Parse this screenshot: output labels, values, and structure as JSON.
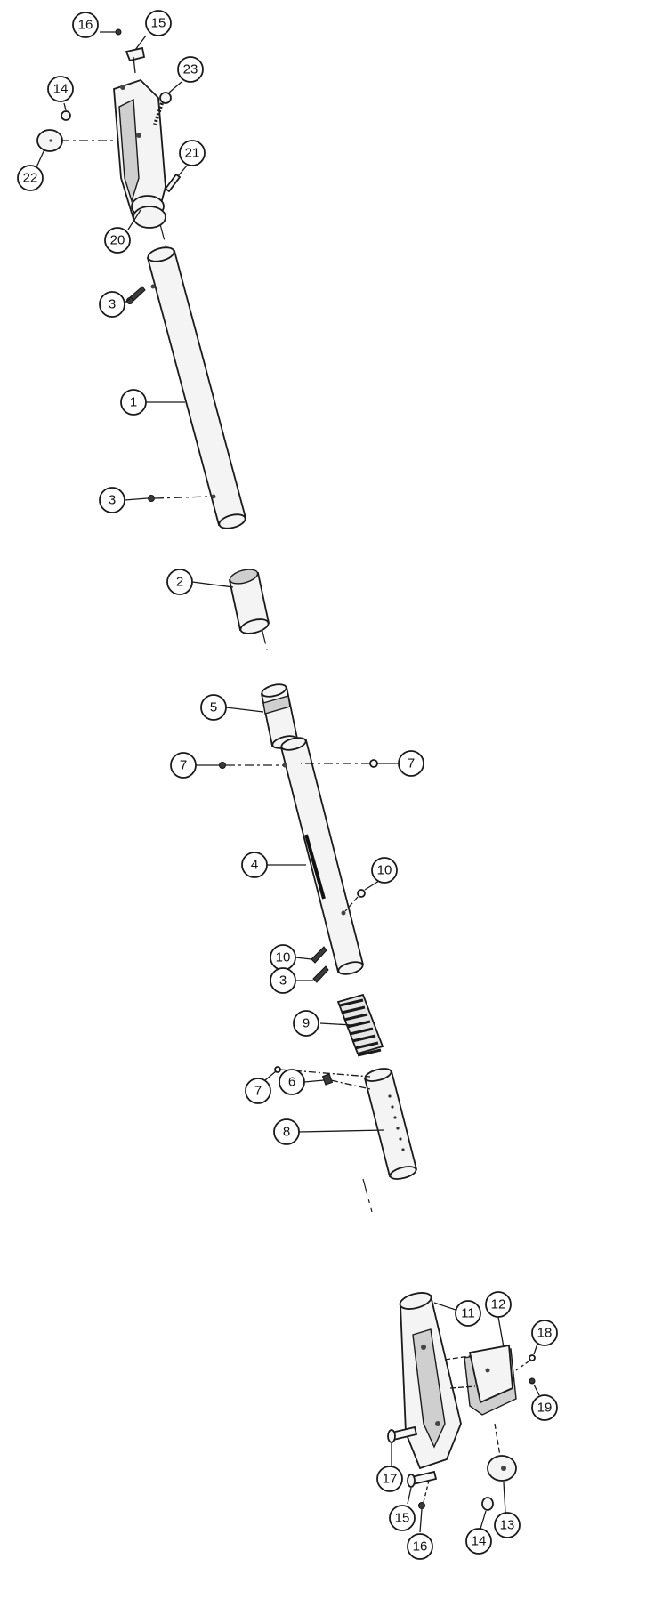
{
  "labels": [
    {
      "id": "22",
      "text": "22"
    },
    {
      "id": "14a",
      "text": "14"
    },
    {
      "id": "16a",
      "text": "16"
    },
    {
      "id": "15a",
      "text": "15"
    },
    {
      "id": "23",
      "text": "23"
    },
    {
      "id": "21",
      "text": "21"
    },
    {
      "id": "20",
      "text": "20"
    },
    {
      "id": "3a",
      "text": "3"
    },
    {
      "id": "1",
      "text": "1"
    },
    {
      "id": "3b",
      "text": "3"
    },
    {
      "id": "2",
      "text": "2"
    },
    {
      "id": "5",
      "text": "5"
    },
    {
      "id": "7a",
      "text": "7"
    },
    {
      "id": "7b",
      "text": "7"
    },
    {
      "id": "4",
      "text": "4"
    },
    {
      "id": "10a",
      "text": "10"
    },
    {
      "id": "10b",
      "text": "10"
    },
    {
      "id": "3c",
      "text": "3"
    },
    {
      "id": "9",
      "text": "9"
    },
    {
      "id": "7c",
      "text": "7"
    },
    {
      "id": "6",
      "text": "6"
    },
    {
      "id": "8",
      "text": "8"
    },
    {
      "id": "11",
      "text": "11"
    },
    {
      "id": "12",
      "text": "12"
    },
    {
      "id": "18",
      "text": "18"
    },
    {
      "id": "19",
      "text": "19"
    },
    {
      "id": "17",
      "text": "17"
    },
    {
      "id": "15b",
      "text": "15"
    },
    {
      "id": "16b",
      "text": "16"
    },
    {
      "id": "14b",
      "text": "14"
    },
    {
      "id": "13",
      "text": "13"
    }
  ]
}
